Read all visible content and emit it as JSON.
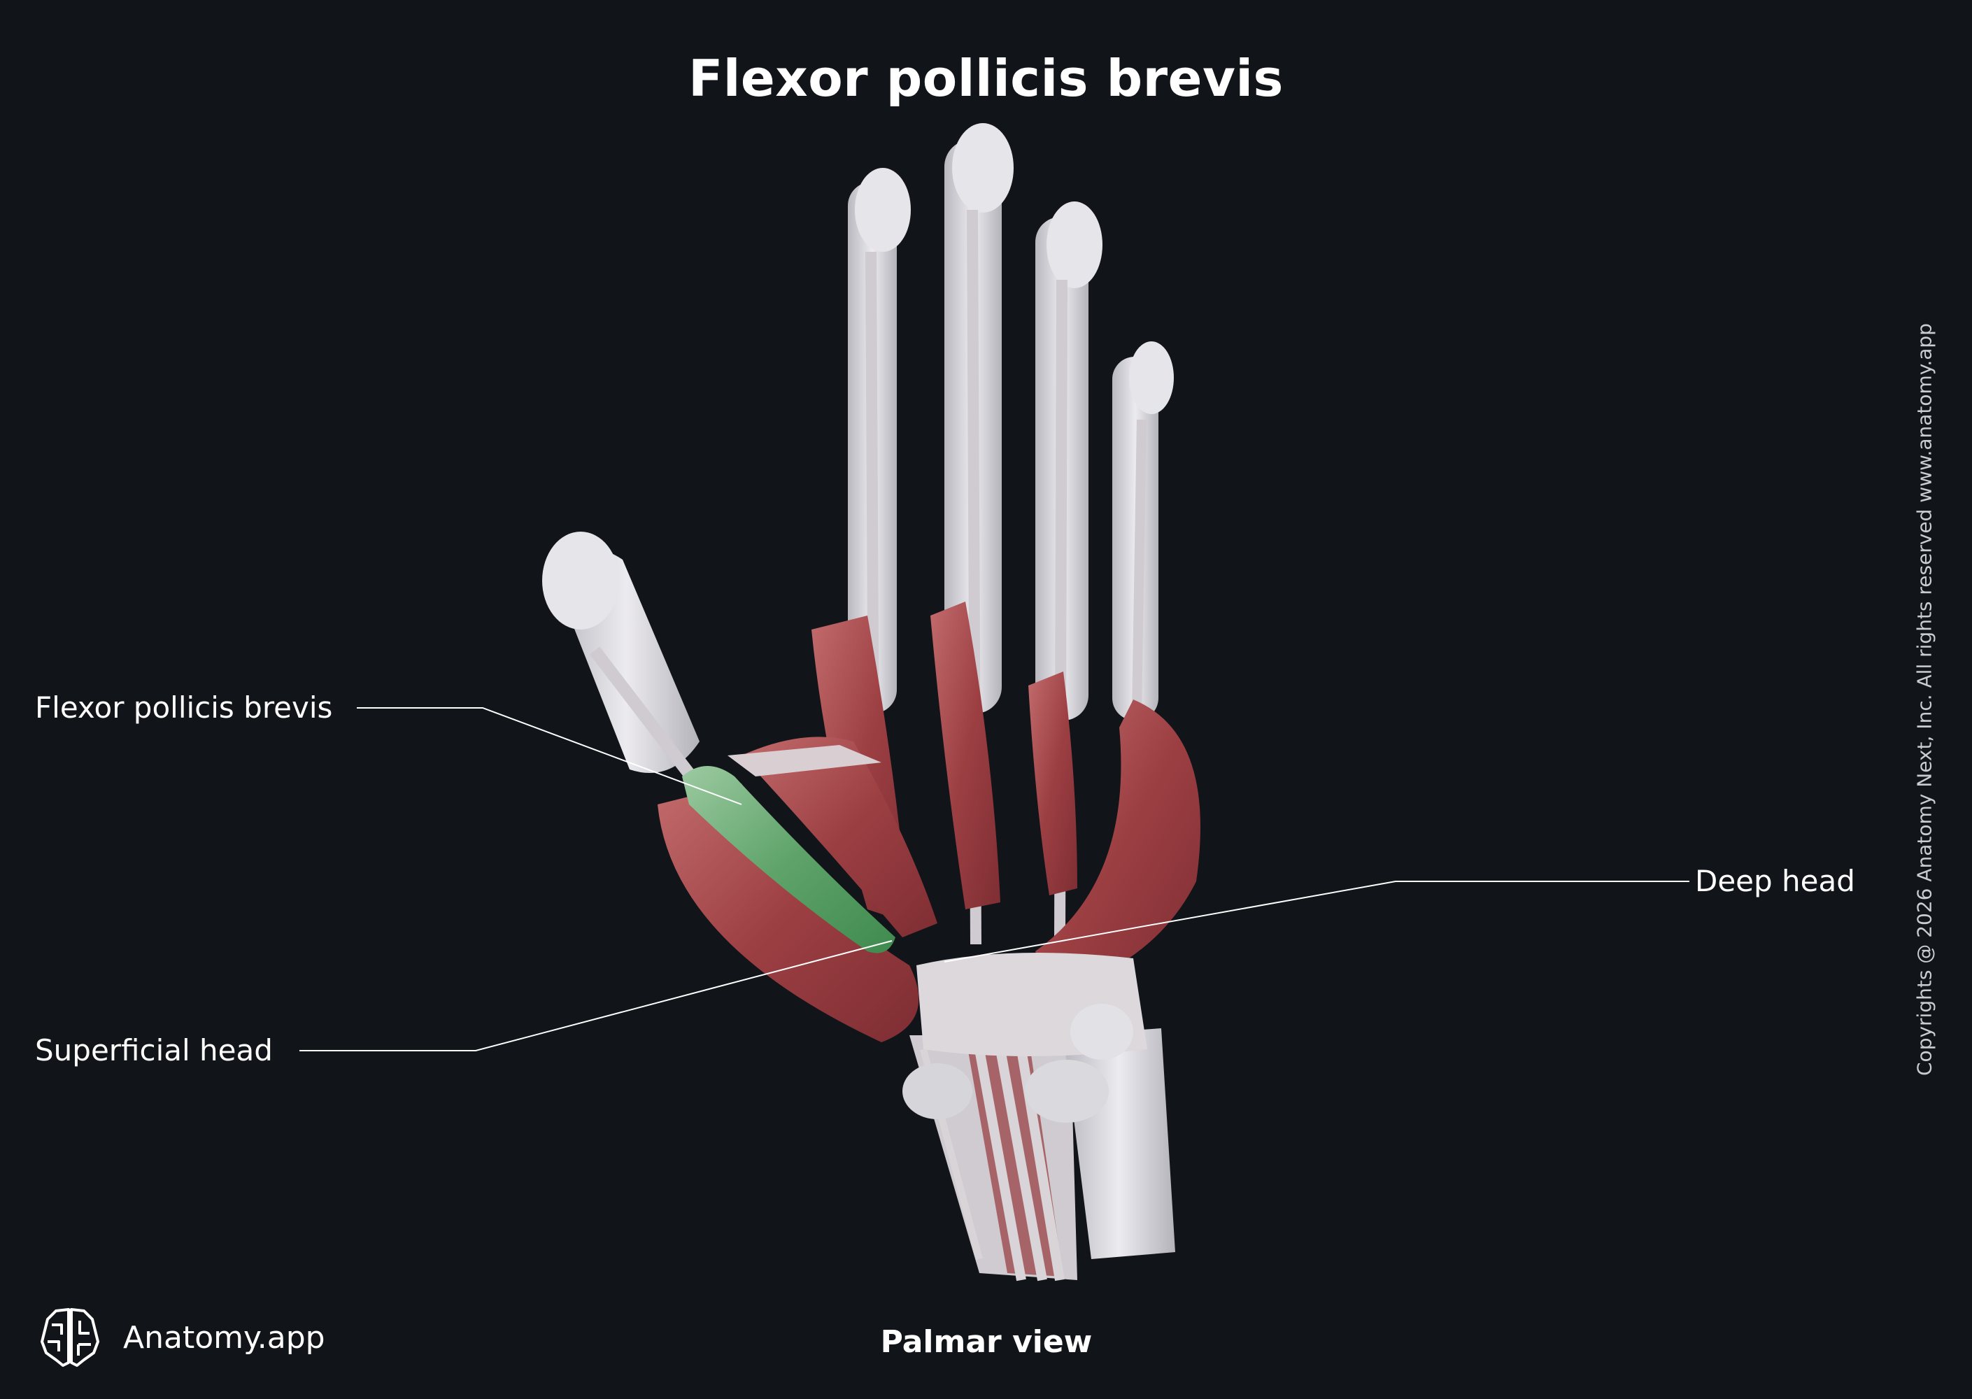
{
  "title": "Flexor pollicis brevis",
  "labels": {
    "muscle": "Flexor pollicis brevis",
    "superficial_head": "Superficial head",
    "deep_head": "Deep head"
  },
  "view": "Palmar view",
  "brand": {
    "name": "Anatomy.app",
    "logo_icon": "brain-icon"
  },
  "copyright": "Copyrights @ 2026 Anatomy Next, Inc. All rights reserved www.anatomy.app",
  "colors": {
    "background": "#111419",
    "bone": "#dcdbe0",
    "tendon": "#d6d2d6",
    "muscle": "#a3474a",
    "highlight": "#5fa36a",
    "leader_line": "#ffffff"
  }
}
